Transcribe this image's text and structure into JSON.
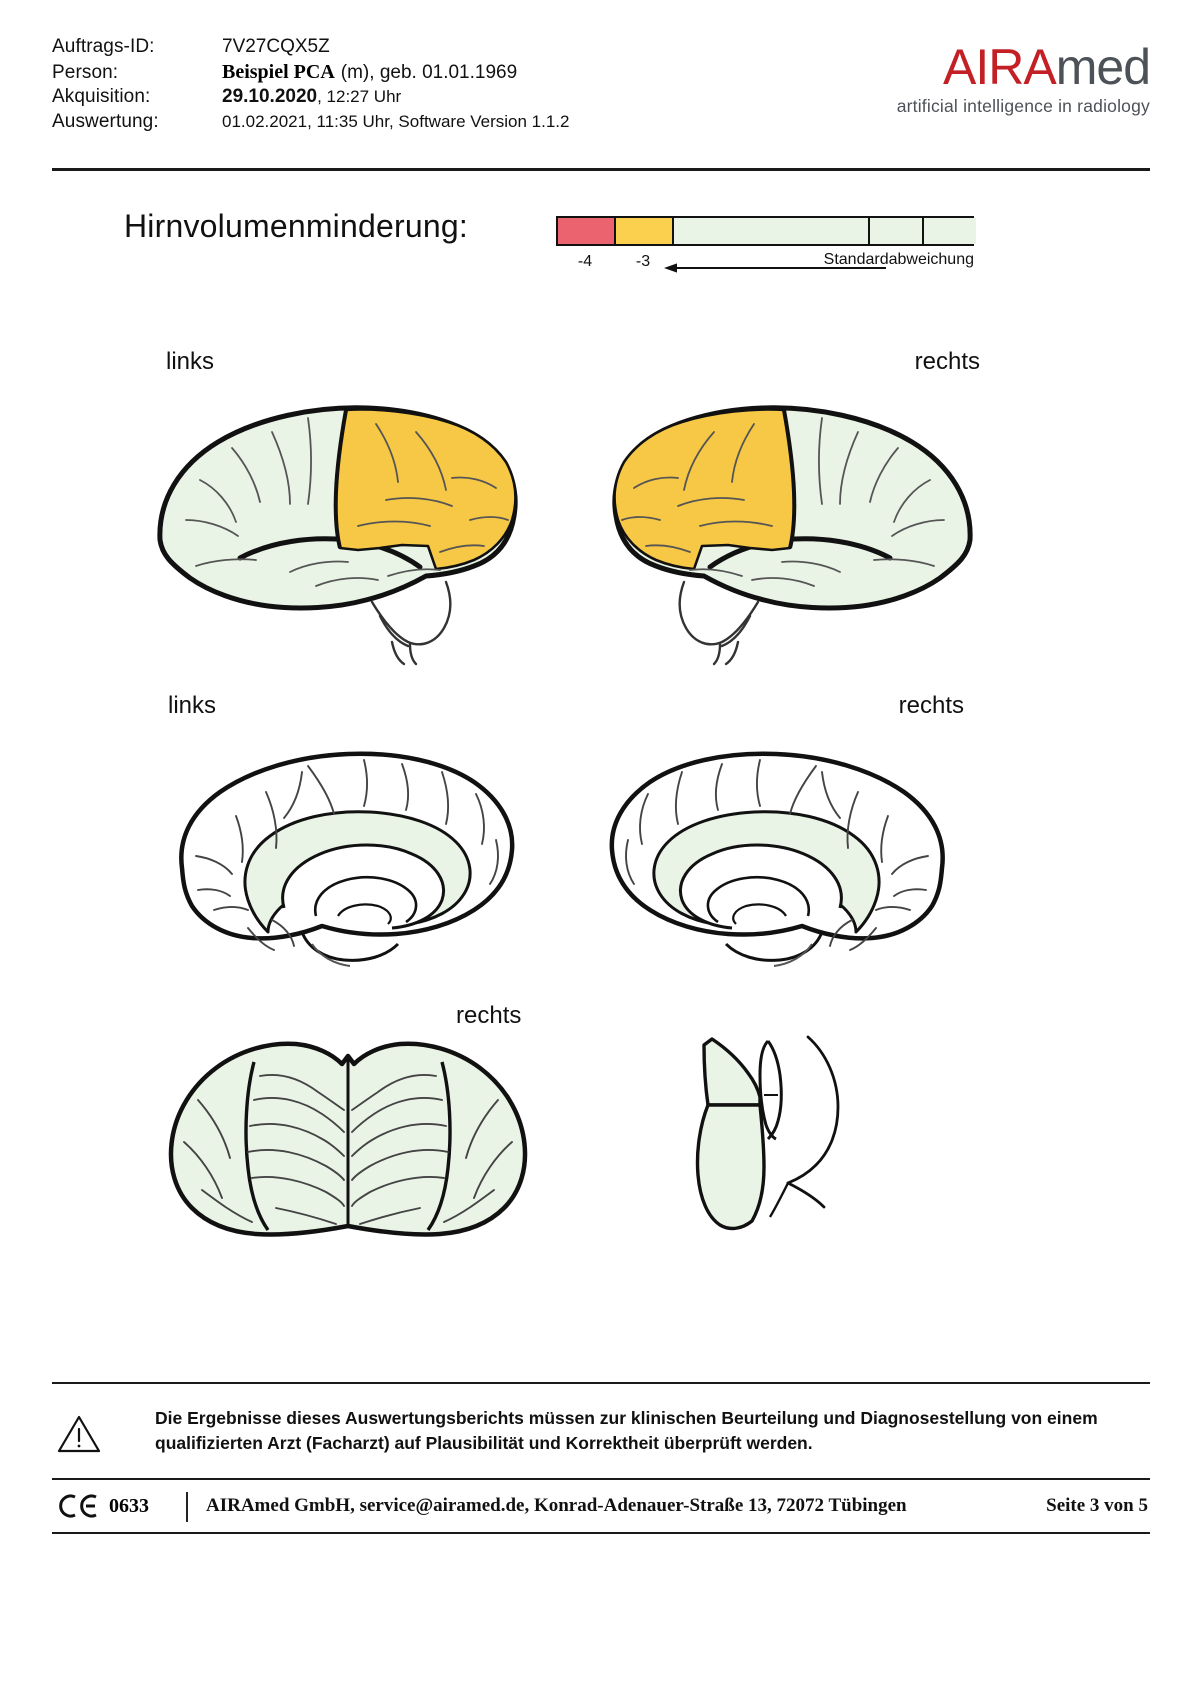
{
  "header": {
    "rows": [
      {
        "label": "Auftrags-ID:",
        "value": "7V27CQX5Z"
      },
      {
        "label": "Person:",
        "name": "Beispiel PCA",
        "rest": "(m), geb. 01.01.1969"
      },
      {
        "label": "Akquisition:",
        "date": "29.10.2020",
        "rest": ", 12:27 Uhr"
      },
      {
        "label": "Auswertung:",
        "value": "01.02.2021, 11:35 Uhr, Software Version 1.1.2"
      }
    ],
    "logo": {
      "part1": "AIRA",
      "part2": "med",
      "tagline": "artificial intelligence in radiology",
      "color1": "#c32026",
      "color2": "#4d5258"
    }
  },
  "section": {
    "title": "Hirnvolumenminderung:",
    "legend": {
      "cells": [
        {
          "color": "#ec6370",
          "width": 58
        },
        {
          "color": "#fbd04f",
          "width": 58
        },
        {
          "color": "#eaf4e6",
          "width": 196
        },
        {
          "color": "#eaf4e6",
          "width": 54
        },
        {
          "color": "#eaf4e6",
          "width": 52
        }
      ],
      "ticks": [
        {
          "label": "-4",
          "x": 29
        },
        {
          "label": "-3",
          "x": 87
        }
      ],
      "axis_label": "Standardabweichung",
      "arrow_direction": "left"
    }
  },
  "brain_views": [
    {
      "id": "lateral-left",
      "label": "links",
      "label_side": "left",
      "row": 1
    },
    {
      "id": "lateral-right",
      "label": "rechts",
      "label_side": "right",
      "row": 1
    },
    {
      "id": "medial-left",
      "label": "links",
      "label_side": "left",
      "row": 2
    },
    {
      "id": "medial-right",
      "label": "rechts",
      "label_side": "right",
      "row": 2
    },
    {
      "id": "cerebellum",
      "label": "rechts",
      "label_side": "right",
      "row": 3
    },
    {
      "id": "brainstem",
      "label": "",
      "label_side": "",
      "row": 3
    }
  ],
  "colors": {
    "normal_fill": "#eaf4e6",
    "moderate_fill": "#f7c846",
    "severe_fill": "#ec6370",
    "white_fill": "#ffffff",
    "outline": "#111111",
    "sulci": "#555555"
  },
  "footer": {
    "warning": "Die Ergebnisse dieses Auswertungsberichts müssen zur klinischen Beurteilung und Diagnosestellung von einem qualifizierten Arzt (Facharzt) auf Plausibilität und Korrektheit überprüft werden.",
    "ce_number": "0633",
    "company": "AIRAmed GmbH, service@airamed.de, Konrad-Adenauer-Straße 13, 72072 Tübingen",
    "page": "Seite 3 von 5"
  }
}
